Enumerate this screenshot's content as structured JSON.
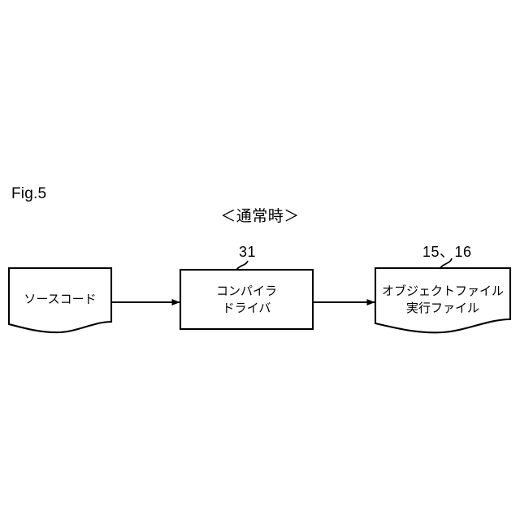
{
  "figure": {
    "number_label": "Fig.5",
    "title": "＜通常時＞",
    "background_color": "#ffffff",
    "stroke_color": "#000000"
  },
  "diagram": {
    "type": "flow",
    "nodes": [
      {
        "id": "source-code",
        "shape": "document",
        "label_lines": [
          "ソースコード"
        ],
        "line1": "ソースコード",
        "line2": "",
        "reference": ""
      },
      {
        "id": "compiler-driver",
        "shape": "rectangle",
        "label_lines": [
          "コンパイラ",
          "ドライバ"
        ],
        "line1": "コンパイラ",
        "line2": "ドライバ",
        "reference": "31"
      },
      {
        "id": "output-files",
        "shape": "document",
        "label_lines": [
          "オブジェクトファイル",
          "実行ファイル"
        ],
        "line1": "オブジェクトファイル",
        "line2": "実行ファイル",
        "reference": "15、16"
      }
    ],
    "connectors": [
      {
        "id": "arrow-source-to-compiler",
        "from": "source-code",
        "to": "compiler-driver",
        "head": "solid-triangle",
        "direction": "right"
      },
      {
        "id": "arrow-compiler-to-output",
        "from": "compiler-driver",
        "to": "output-files",
        "head": "solid-triangle",
        "direction": "right"
      }
    ]
  }
}
